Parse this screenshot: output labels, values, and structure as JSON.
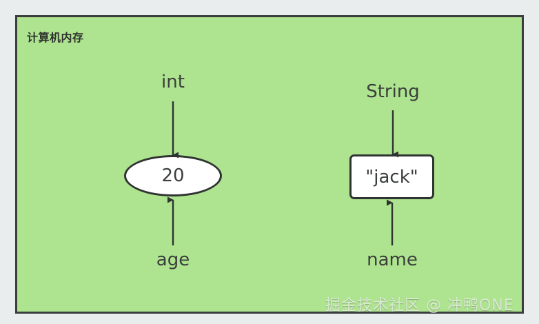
{
  "diagram": {
    "title": "计算机内存",
    "background_color": "#e9edee",
    "container_color": "#aee48f",
    "border_color": "#3a3d3c",
    "shape_fill": "#ffffff",
    "text_color": "#3b3f3c"
  },
  "entries": [
    {
      "type_label": "int",
      "value": "20",
      "variable_label": "age",
      "shape": "ellipse"
    },
    {
      "type_label": "String",
      "value": "\"jack\"",
      "variable_label": "name",
      "shape": "rounded-rectangle"
    }
  ],
  "watermark": {
    "text": "掘金技术社区 @ 冲鸭ONE"
  }
}
